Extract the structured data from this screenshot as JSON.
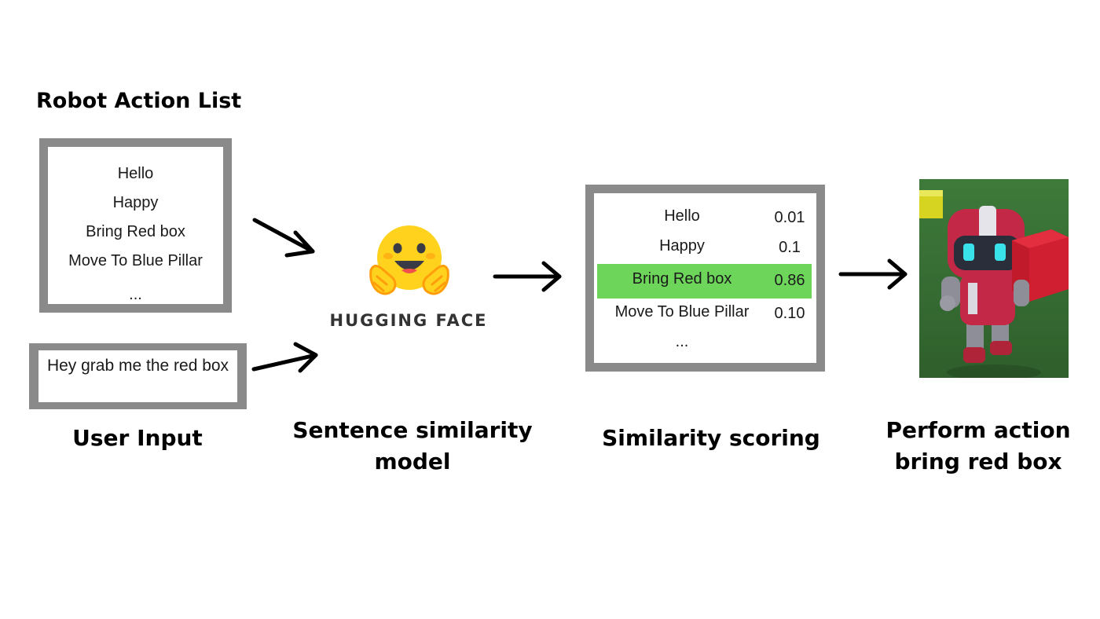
{
  "title": "Robot Action List",
  "action_list": [
    "Hello",
    "Happy",
    "Bring Red box",
    "Move To Blue Pillar",
    "..."
  ],
  "user_input": {
    "text": "Hey grab me the red box",
    "caption": "User Input"
  },
  "model": {
    "logo_label": "HUGGING FACE",
    "caption_line1": "Sentence similarity",
    "caption_line2": "model"
  },
  "scoring": {
    "caption": "Similarity scoring",
    "rows": [
      {
        "label": "Hello",
        "score": "0.01",
        "highlight": false
      },
      {
        "label": "Happy",
        "score": "0.1",
        "highlight": false
      },
      {
        "label": "Bring Red box",
        "score": "0.86",
        "highlight": true
      },
      {
        "label": "Move To Blue Pillar",
        "score": "0.10",
        "highlight": false
      },
      {
        "label": "...",
        "score": "",
        "highlight": false
      }
    ],
    "highlight_color": "#6dd65a"
  },
  "action": {
    "caption_line1": "Perform action",
    "caption_line2": "bring red box"
  },
  "colors": {
    "frame": "#8a8a8a",
    "hf_yellow": "#ffd21e",
    "hf_orange": "#ff9d0b"
  }
}
